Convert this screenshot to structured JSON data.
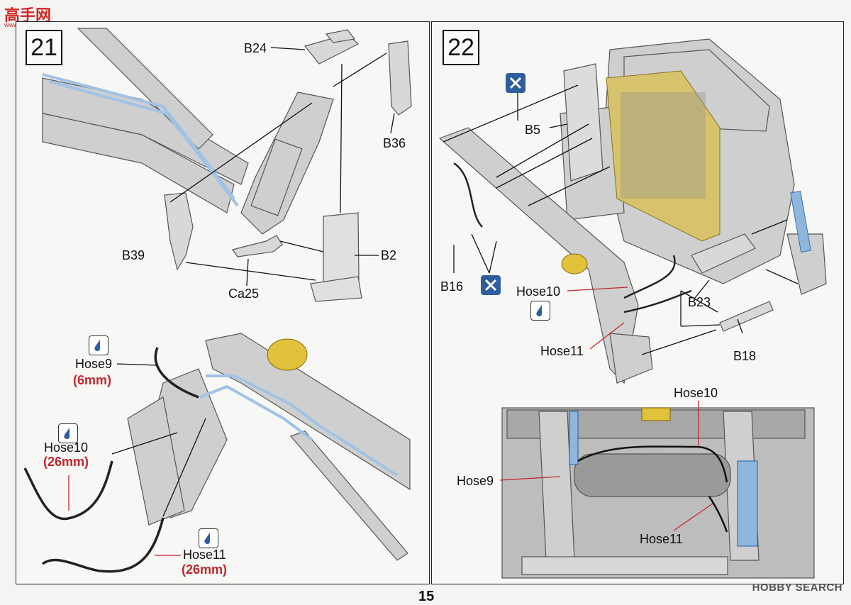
{
  "brand": {
    "top_left": "高手网",
    "top_left_sub": "www.dotshop.com",
    "bottom_right": "HOBBY SEARCH"
  },
  "page_number": "15",
  "step21": {
    "number": "21",
    "labels": {
      "b24": "B24",
      "b36": "B36",
      "b39": "B39",
      "b2": "B2",
      "ca25": "Ca25",
      "hose9": "Hose9",
      "hose9_len": "(6mm)",
      "hose10": "Hose10",
      "hose10_len": "(26mm)",
      "hose11": "Hose11",
      "hose11_len": "(26mm)"
    }
  },
  "step22": {
    "number": "22",
    "labels": {
      "b5": "B5",
      "b16": "B16",
      "b23": "B23",
      "b18": "B18",
      "hose10": "Hose10",
      "hose11": "Hose11",
      "detail_hose10": "Hose10",
      "detail_hose9": "Hose9",
      "detail_hose11": "Hose11"
    }
  },
  "icons": {
    "glue": "glue-drop-icon",
    "no_glue": "no-glue-icon"
  },
  "colors": {
    "part_gray": "#c9c9c9",
    "hose_blue": "#9ec3e6",
    "accent_yellow": "#e2c23c",
    "length_red": "#c1272d"
  }
}
